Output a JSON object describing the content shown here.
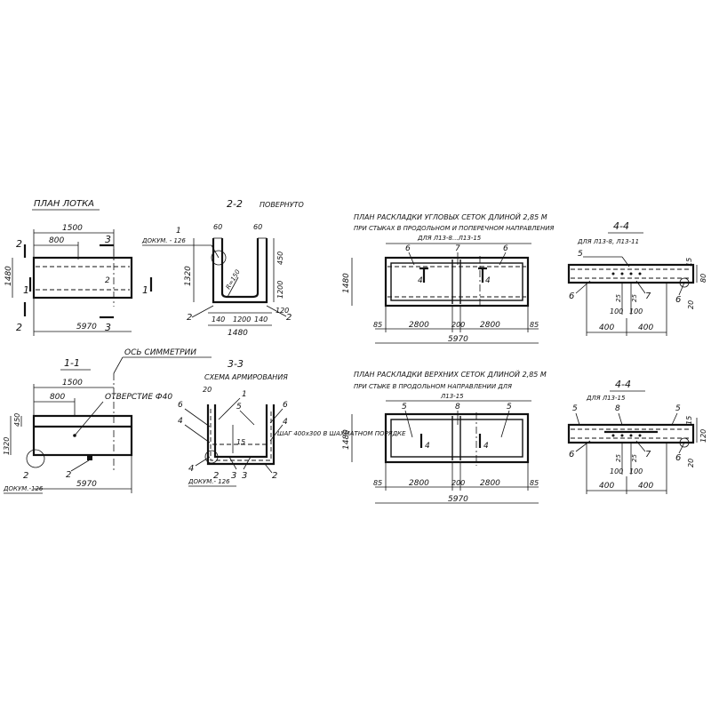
{
  "plan": {
    "title": "ПЛАН ЛОТКА",
    "dim_1500": "1500",
    "dim_800": "800",
    "dim_1480": "1480",
    "dim_5970": "5970",
    "cut_2": "2",
    "cut_3": "3",
    "cut_1": "1",
    "mark_2": "2"
  },
  "sec22": {
    "title": "2-2",
    "note": "ПОВЕРНУТО",
    "callout_1": "1",
    "callout_doc": "ДОКУМ. - 126",
    "dim_60a": "60",
    "dim_60b": "60",
    "dim_1320": "1320",
    "dim_450": "450",
    "dim_1200": "1200",
    "dim_r150": "R=150",
    "dim_120": "120",
    "dim_140a": "140",
    "dim_1200b": "1200",
    "dim_140b": "140",
    "dim_1480": "1480",
    "mark_2a": "2",
    "mark_2b": "2"
  },
  "sec11": {
    "title": "1-1",
    "axis_note": "ОСЬ СИММЕТРИИ",
    "dim_1500": "1500",
    "dim_800": "800",
    "hole_note": "ОТВЕРСТИЕ Ф40",
    "dim_450": "450",
    "dim_1320": "1320",
    "mark_2a": "2",
    "mark_2b": "2",
    "doc_note": "ДОКУМ.-126",
    "dim_5970": "5970"
  },
  "sec33": {
    "title": "3-3",
    "subtitle": "СХЕМА АРМИРОВАНИЯ",
    "dim_20": "20",
    "m1": "1",
    "m6a": "6",
    "m6b": "6",
    "m4a": "4",
    "m5": "5",
    "m15": "15",
    "m4b": "4",
    "step_note": "ШАГ 400х300 В ШАХМАТНОМ ПОРЯДКЕ",
    "m4c": "4",
    "doc_note": "ДОКУМ.- 126",
    "m2a": "2",
    "m3a": "3",
    "m3b": "3",
    "m2b": "2"
  },
  "planCorner": {
    "title_l1": "ПЛАН РАСКЛАДКИ УГЛОВЫХ СЕТОК ДЛИНОЙ 2,85 М",
    "title_l2": "ПРИ СТЫКАХ В ПРОДОЛЬНОМ И ПОПЕРЕЧНОМ НАПРАВЛЕНИЯ",
    "title_l3": "ДЛЯ Л13-8...Л13-15",
    "m6a": "6",
    "m7": "7",
    "m6b": "6",
    "dim_1480": "1480",
    "cut_4a": "4",
    "cut_4b": "4",
    "dim_85a": "85",
    "dim_2800a": "2800",
    "dim_200": "200",
    "dim_2800b": "2800",
    "dim_85b": "85",
    "dim_5970": "5970"
  },
  "sec44a": {
    "title": "4-4",
    "subtitle": "ДЛЯ Л13-8, Л13-11",
    "m5": "5",
    "dim_15": "15",
    "dim_80": "80",
    "m6a": "6",
    "m7": "7",
    "m6b": "6",
    "d25a": "25",
    "d25b": "25",
    "d100a": "100",
    "d100b": "100",
    "d20": "20",
    "d400a": "400",
    "d400b": "400"
  },
  "planTop": {
    "title_l1": "ПЛАН РАСКЛАДКИ ВЕРХНИХ СЕТОК ДЛИНОЙ 2,85 М",
    "title_l2": "ПРИ СТЫКЕ В ПРОДОЛЬНОМ НАПРАВЛЕНИИ ДЛЯ",
    "title_l3": "Л13-15",
    "m5a": "5",
    "m8": "8",
    "m5b": "5",
    "dim_1480": "1480",
    "cut_4a": "4",
    "cut_4b": "4",
    "dim_85a": "85",
    "dim_2800a": "2800",
    "dim_200": "200",
    "dim_2800b": "2800",
    "dim_85b": "85",
    "dim_5970": "5970"
  },
  "sec44b": {
    "title": "4-4",
    "subtitle": "ДЛЯ Л13-15",
    "m5a": "5",
    "m8": "8",
    "m5b": "5",
    "d15": "15",
    "d120": "120",
    "m6a": "6",
    "m7": "7",
    "m6b": "6",
    "d25a": "25",
    "d25b": "25",
    "d100a": "100",
    "d100b": "100",
    "d20": "20",
    "d400a": "400",
    "d400b": "400"
  }
}
